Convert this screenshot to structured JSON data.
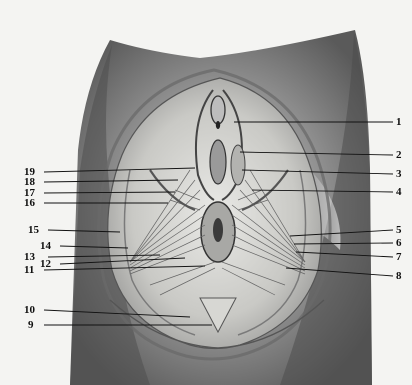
{
  "figure": {
    "labels": {
      "l1": "1",
      "l2": "2",
      "l3": "3",
      "l4": "4",
      "l5": "5",
      "l6": "6",
      "l7": "7",
      "l8": "8",
      "l9": "9",
      "l10": "10",
      "l11": "11",
      "l12": "12",
      "l13": "13",
      "l14": "14",
      "l15": "15",
      "l16": "16",
      "l17": "17",
      "l18": "18",
      "l19": "19"
    }
  }
}
